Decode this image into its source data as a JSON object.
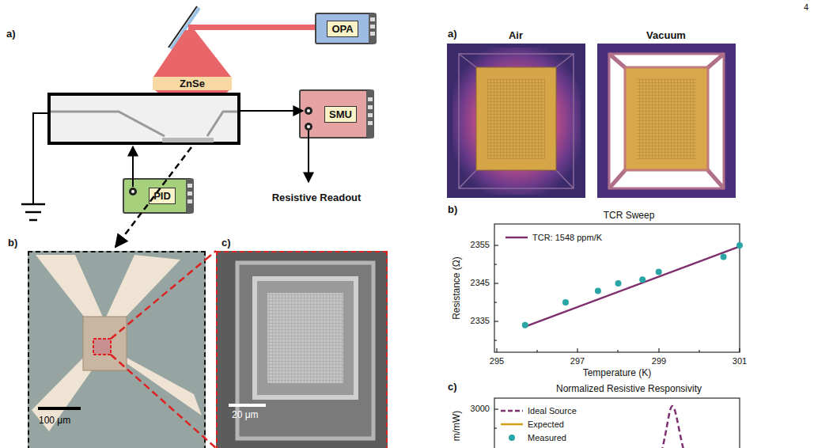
{
  "diagram": {
    "nodes": [
      {
        "text": [
          "OPA"
        ]
      },
      {
        "text": [
          "ZnSe"
        ]
      },
      {
        "text": [
          "SMU"
        ]
      },
      {
        "text": [
          "PID"
        ]
      },
      {
        "text": [
          "b)",
          "100 μm"
        ]
      },
      {
        "text": [
          "c)",
          "20 μm"
        ]
      }
    ],
    "edges": [
      {
        "from": 4,
        "to": 5,
        "arrow": "none"
      }
    ],
    "labels": [
      "4",
      "a)",
      "Resistive Readout",
      "a)",
      "Air",
      "Vacuum",
      "b)",
      "TCR Sweep",
      "2355",
      "2345",
      "2335",
      "Resistance (Ω)",
      "295",
      "297",
      "299",
      "301",
      "Temperature (K)",
      "c)",
      "Normalized Resistive Responsivity",
      "3000",
      "m/mW)"
    ],
    "legend": [
      {
        "text": "TCR: 1548 ppm/K"
      },
      {
        "text": "Ideal Source"
      },
      {
        "text": "Expected"
      },
      {
        "text": "Measured"
      }
    ]
  }
}
